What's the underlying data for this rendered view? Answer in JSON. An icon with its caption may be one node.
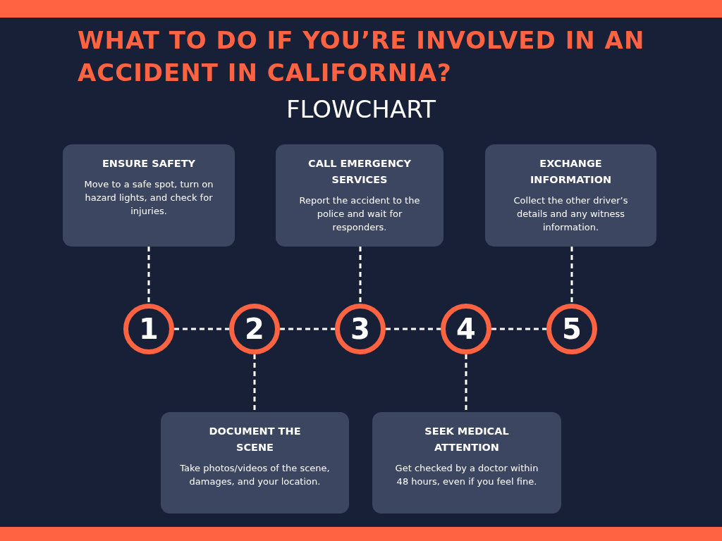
{
  "diagram": {
    "title": "WHAT TO DO IF YOU’RE INVOLVED IN AN ACCIDENT IN CALIFORNIA?",
    "nodes": [
      {
        "text": [
          "ENSURE SAFETY",
          "Move to a safe spot, turn on hazard lights, and check for injuries."
        ]
      },
      {
        "text": [
          "CALL EMERGENCY SERVICES",
          "Report the accident to the police and wait for responders."
        ]
      },
      {
        "text": [
          "EXCHANGE INFORMATION",
          "Collect the other driver’s details and any witness information."
        ]
      },
      {
        "text": [
          "1"
        ]
      },
      {
        "text": [
          "2"
        ]
      },
      {
        "text": [
          "3"
        ]
      },
      {
        "text": [
          "4"
        ]
      },
      {
        "text": [
          "5"
        ]
      },
      {
        "text": [
          "DOCUMENT THE SCENE",
          "Take photos/videos of the scene, damages, and your location."
        ]
      },
      {
        "text": [
          "SEEK MEDICAL ATTENTION",
          "Get checked by a doctor within 48 hours, even if you feel fine."
        ]
      }
    ],
    "edges": [
      {
        "from": 0,
        "to": 3,
        "arrow": "none",
        "style": "dashed"
      },
      {
        "from": 3,
        "to": 4,
        "arrow": "none",
        "style": "dashed"
      },
      {
        "from": 4,
        "to": 5,
        "arrow": "none",
        "style": "dashed"
      },
      {
        "from": 5,
        "to": 6,
        "arrow": "none",
        "style": "dashed"
      },
      {
        "from": 6,
        "to": 7,
        "arrow": "none",
        "style": "dashed"
      },
      {
        "from": 1,
        "to": 5,
        "arrow": "none",
        "style": "dashed"
      },
      {
        "from": 2,
        "to": 7,
        "arrow": "none",
        "style": "dashed"
      },
      {
        "from": 4,
        "to": 8,
        "arrow": "none",
        "style": "dashed"
      },
      {
        "from": 6,
        "to": 9,
        "arrow": "none",
        "style": "dashed"
      }
    ],
    "labels": [
      "FLOWCHART"
    ]
  }
}
